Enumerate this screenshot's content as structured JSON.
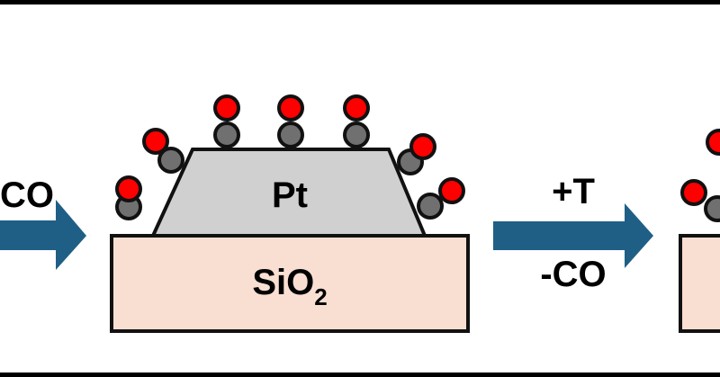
{
  "labels": {
    "left_arrow": "CO",
    "metal": "Pt",
    "substrate_main": "SiO",
    "substrate_sub": "2",
    "arrow_top": "+T",
    "arrow_bottom": "-CO"
  },
  "colors": {
    "frame": "#000000",
    "arrow": "#1f5f86",
    "substrate": "#f9dfd2",
    "metal": "#d0d0d0",
    "oxygen": "#ff0000",
    "carbon": "#707070",
    "outline": "#111111"
  }
}
